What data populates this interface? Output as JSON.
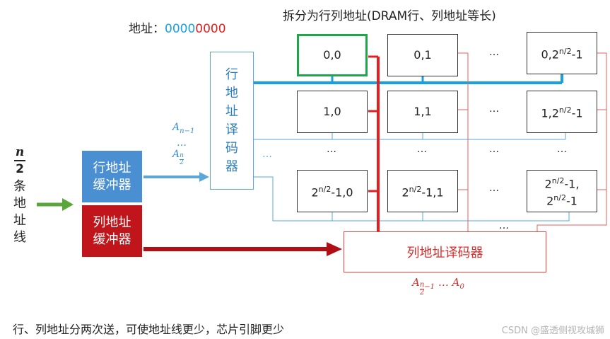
{
  "address": {
    "label": "地址：",
    "blue_part": "0000",
    "red_part": "0000",
    "blue_color": "#1aa0e0",
    "red_color": "#e02020"
  },
  "title": "拆分为行列地址(DRAM行、列地址等长)",
  "cells": {
    "r0c0": "0,0",
    "r0c1": "0,1",
    "r0c2_base": "0,2",
    "r0c2_sup": "n/2",
    "r0c2_tail": "-1",
    "r1c0": "1,0",
    "r1c1": "1,1",
    "r1c2_base": "1,2",
    "r1c2_sup": "n/2",
    "r1c2_tail": "-1",
    "r3c0_base": "2",
    "r3c0_sup": "n/2",
    "r3c0_tail": "-1,0",
    "r3c1_base": "2",
    "r3c1_sup": "n/2",
    "r3c1_tail": "-1,1",
    "r3c2_l1_base": "2",
    "r3c2_l1_sup": "n/2",
    "r3c2_l1_tail": "-1,",
    "r3c2_l2_base": "2",
    "r3c2_l2_sup": "n/2",
    "r3c2_l2_tail": "-1"
  },
  "ellipsis": "…",
  "row_decoder": [
    "行",
    "地",
    "址",
    "译",
    "码",
    "器"
  ],
  "row_buffer": [
    "行地址",
    "缓冲器"
  ],
  "col_buffer": [
    "列地址",
    "缓冲器"
  ],
  "col_decoder": "列地址译码器",
  "left_label": {
    "num": "n",
    "den": "2",
    "chars": [
      "条",
      "地",
      "址",
      "线"
    ]
  },
  "row_addr_label": {
    "top": "A",
    "top_sub": "n−1",
    "dots": "…",
    "bottom": "A",
    "bottom_sub_num": "n",
    "bottom_sub_den": "2"
  },
  "col_addr_label": {
    "first": "A",
    "first_sub_num": "n",
    "first_sub_den": "2",
    "first_sub_tail": "−1",
    "dots": " … ",
    "last": "A",
    "last_sub": "0"
  },
  "footer": "行、列地址分两次送，可使地址线更少，芯片引脚更少",
  "watermark": "CSDN @盛透侧视攻城狮",
  "colors": {
    "blue_line": "#1aa0e0",
    "red_line": "#e02020",
    "green_arrow": "#5aa63a",
    "dark_red": "#b01015"
  }
}
